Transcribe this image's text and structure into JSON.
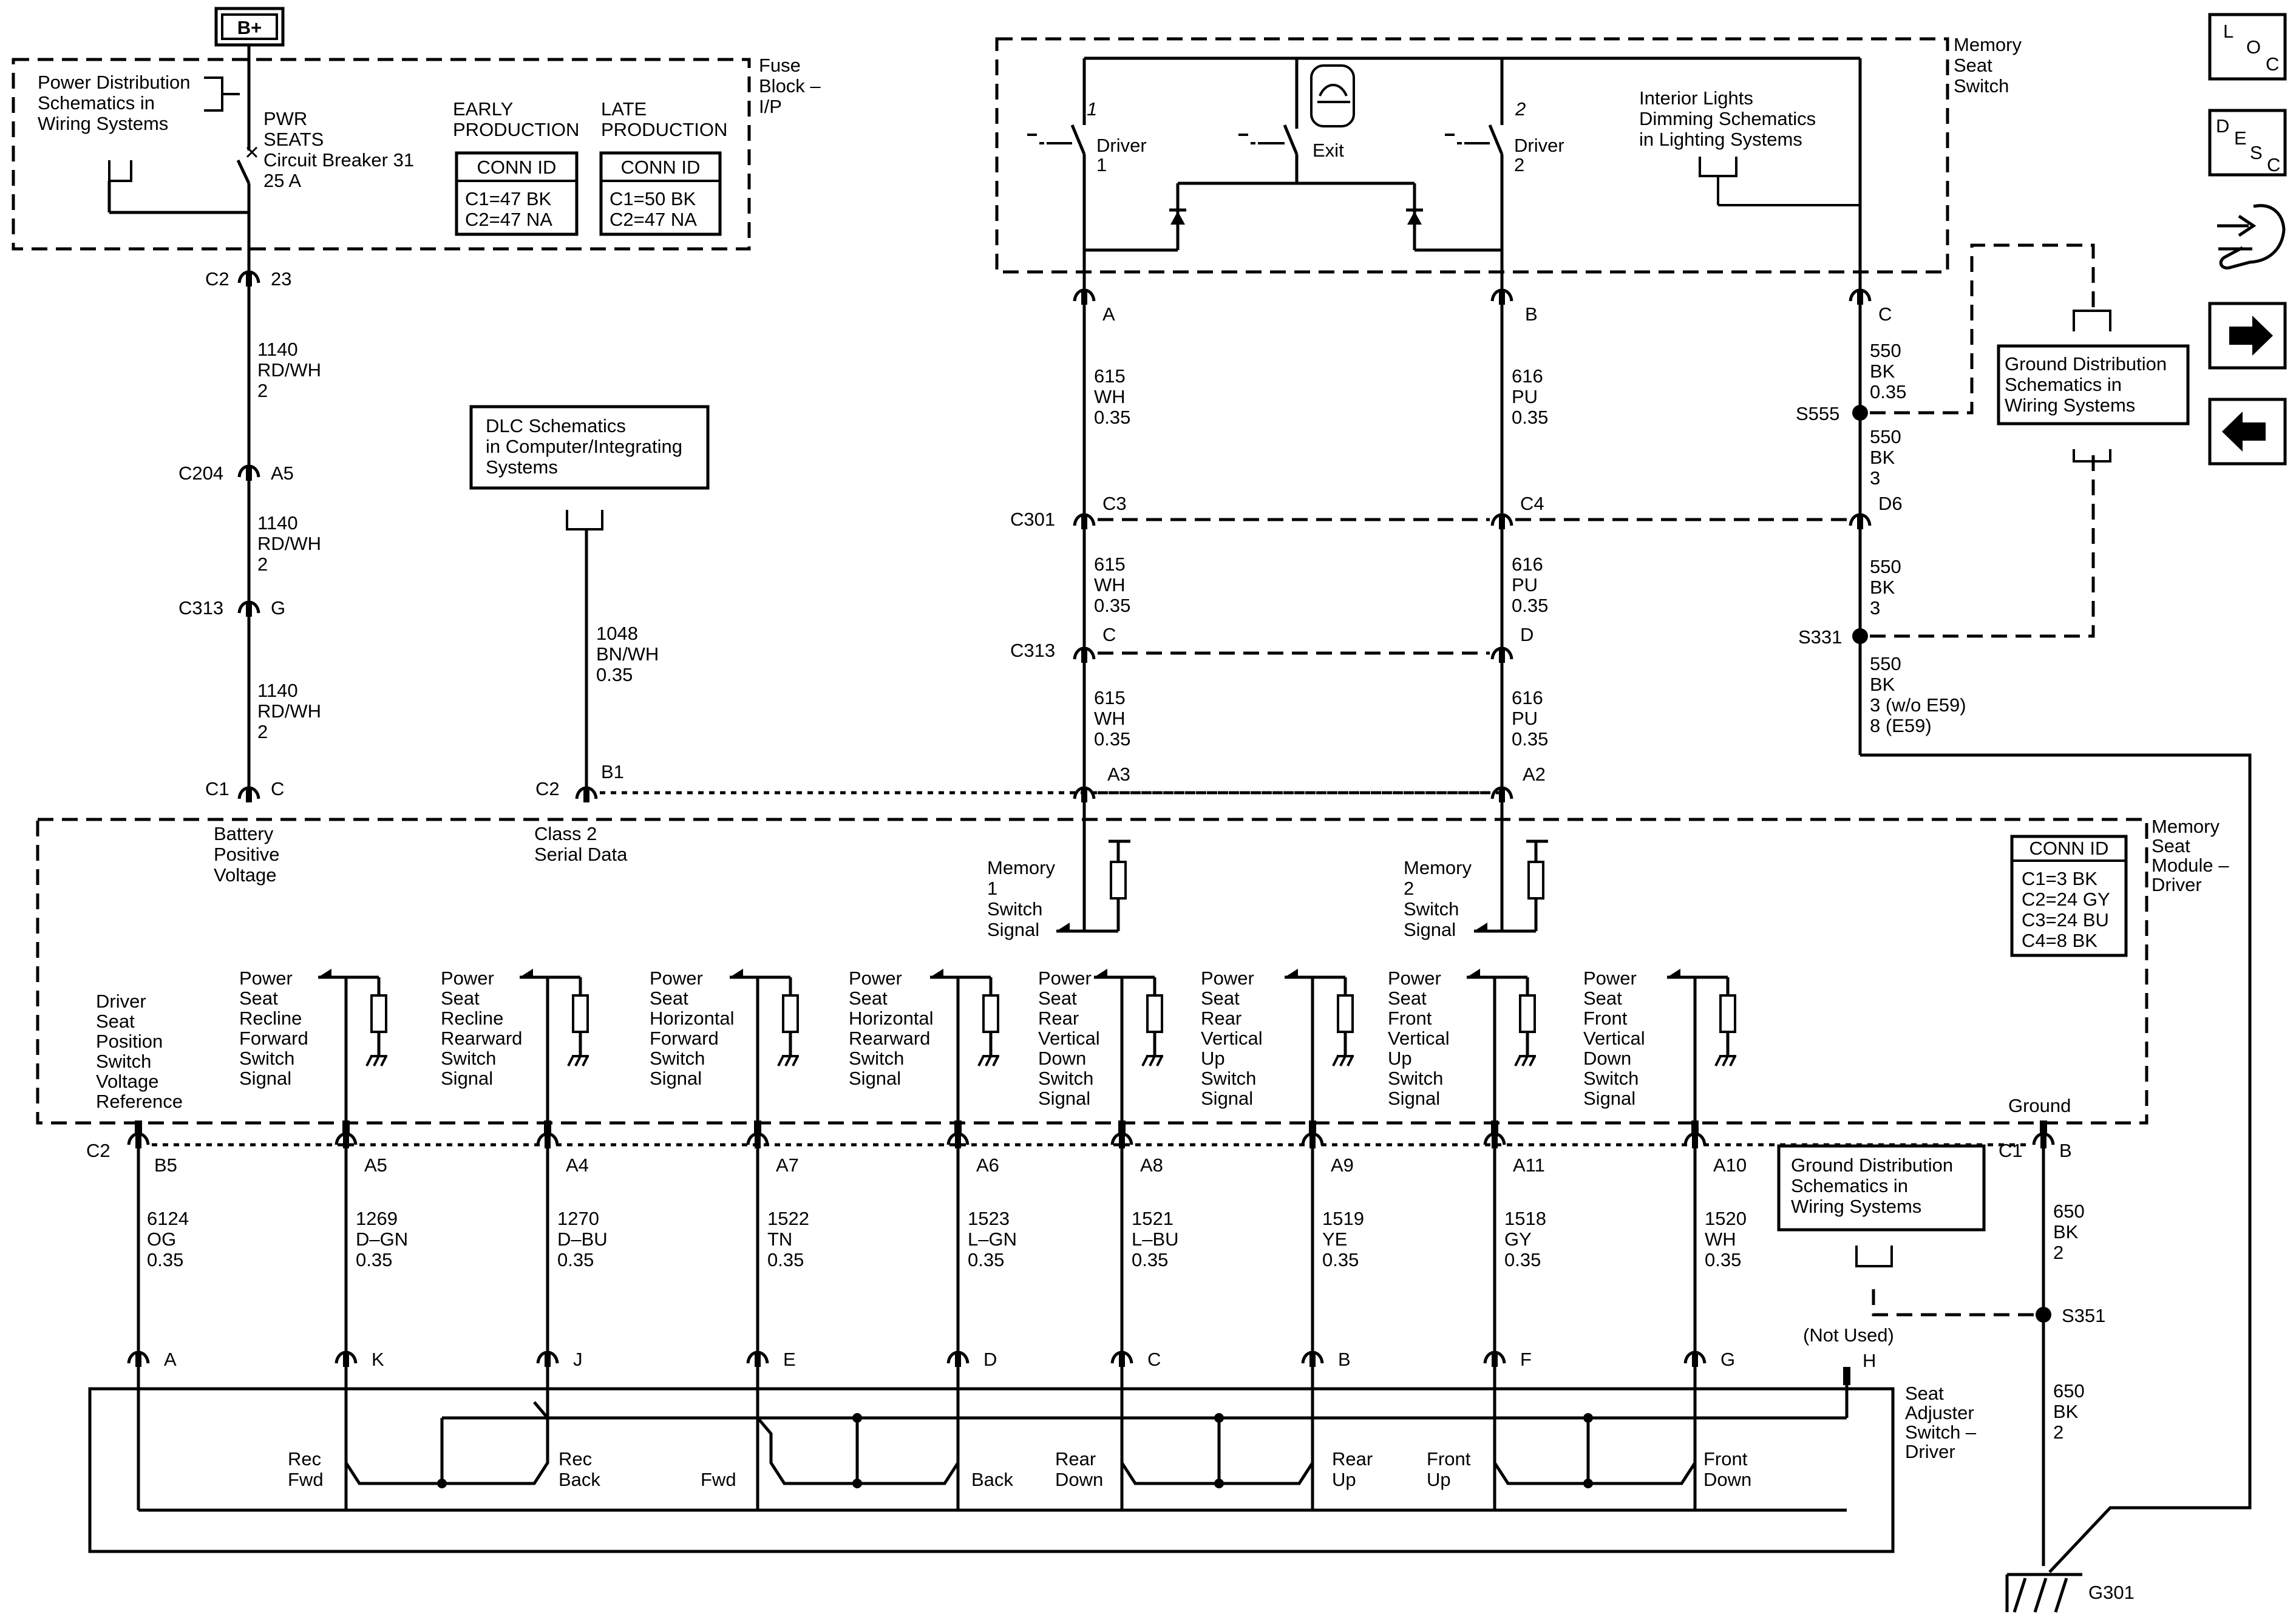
{
  "battery": {
    "label": "B+"
  },
  "fuse_block": {
    "title": [
      "Fuse",
      "Block –",
      "I/P"
    ],
    "power_dist_ref": [
      "Power Distribution",
      "Schematics in",
      "Wiring Systems"
    ],
    "breaker": [
      "PWR",
      "SEATS",
      "Circuit Breaker 31",
      "25 A"
    ],
    "early": {
      "title": [
        "EARLY",
        "PRODUCTION"
      ],
      "conn_header": "CONN ID",
      "conn_rows": [
        "C1=47 BK",
        "C2=47 NA"
      ]
    },
    "late": {
      "title": [
        "LATE",
        "PRODUCTION"
      ],
      "conn_header": "CONN ID",
      "conn_rows": [
        "C1=50 BK",
        "C2=47 NA"
      ]
    }
  },
  "memory_seat_switch": {
    "title": [
      "Memory",
      "Seat",
      "Switch"
    ],
    "driver1": {
      "number": "1",
      "label": [
        "Driver",
        "1"
      ]
    },
    "driver2": {
      "number": "2",
      "label": [
        "Driver",
        "2"
      ]
    },
    "exit_label": "Exit",
    "interior_ref": [
      "Interior Lights",
      "Dimming Schematics",
      "in Lighting Systems"
    ],
    "pins": [
      "A",
      "B",
      "C"
    ]
  },
  "dlc_ref": [
    "DLC Schematics",
    "in Computer/Integrating",
    "Systems"
  ],
  "ground_ref_upper": [
    "Ground Distribution",
    "Schematics in",
    "Wiring Systems"
  ],
  "ground_ref_lower": [
    "Ground Distribution",
    "Schematics in",
    "Wiring Systems"
  ],
  "nav_icons": {
    "loc": [
      "L",
      "O",
      "C"
    ],
    "desc": [
      "D",
      "E",
      "S",
      "C"
    ]
  },
  "connectors": {
    "c2_23": [
      "C2",
      "23"
    ],
    "c204": [
      "C204",
      "A5"
    ],
    "c313_g": [
      "C313",
      "G"
    ],
    "c1_c": [
      "C1",
      "C"
    ],
    "c2_b1": [
      "C2",
      "B1"
    ],
    "c301": [
      "C301",
      "C3",
      "C4",
      "D6"
    ],
    "c313": [
      "C313",
      "C",
      "D"
    ],
    "a3": "A3",
    "a2": "A2",
    "s555": "S555",
    "s331": "S331",
    "s351": "S351",
    "g301": "G301",
    "c2_b5": [
      "C2",
      "B5"
    ],
    "ground_c1": [
      "C1",
      "B"
    ]
  },
  "wires": {
    "w1140a": [
      "1140",
      "RD/WH",
      "2"
    ],
    "w1140b": [
      "1140",
      "RD/WH",
      "2"
    ],
    "w1140c": [
      "1140",
      "RD/WH",
      "2"
    ],
    "w1048": [
      "1048",
      "BN/WH",
      "0.35"
    ],
    "w615a": [
      "615",
      "WH",
      "0.35"
    ],
    "w615b": [
      "615",
      "WH",
      "0.35"
    ],
    "w615c": [
      "615",
      "WH",
      "0.35"
    ],
    "w616a": [
      "616",
      "PU",
      "0.35"
    ],
    "w616b": [
      "616",
      "PU",
      "0.35"
    ],
    "w616c": [
      "616",
      "PU",
      "0.35"
    ],
    "w550a": [
      "550",
      "BK",
      "0.35"
    ],
    "w550b": [
      "550",
      "BK",
      "3"
    ],
    "w550c": [
      "550",
      "BK",
      "3"
    ],
    "w550d": [
      "550",
      "BK",
      "3 (w/o E59)",
      "8 (E59)"
    ],
    "w650a": [
      "650",
      "BK",
      "2"
    ],
    "w650b": [
      "650",
      "BK",
      "2"
    ]
  },
  "module": {
    "title": [
      "Memory",
      "Seat",
      "Module –",
      "Driver"
    ],
    "conn_header": "CONN ID",
    "conn_rows": [
      "C1=3 BK",
      "C2=24 GY",
      "C3=24 BU",
      "C4=8 BK"
    ],
    "battery_voltage": [
      "Battery",
      "Positive",
      "Voltage"
    ],
    "serial_data": [
      "Class 2",
      "Serial Data"
    ],
    "mem1": [
      "Memory",
      "1",
      "Switch",
      "Signal"
    ],
    "mem2": [
      "Memory",
      "2",
      "Switch",
      "Signal"
    ],
    "ground_label": "Ground",
    "ref_label": [
      "Driver",
      "Seat",
      "Position",
      "Switch",
      "Voltage",
      "Reference"
    ]
  },
  "signals": [
    {
      "label": [
        "Power",
        "Seat",
        "Recline",
        "Forward",
        "Switch",
        "Signal"
      ],
      "pin": "A5",
      "wire": [
        "1269",
        "D–GN",
        "0.35"
      ],
      "sw_pin": "K"
    },
    {
      "label": [
        "Power",
        "Seat",
        "Recline",
        "Rearward",
        "Switch",
        "Signal"
      ],
      "pin": "A4",
      "wire": [
        "1270",
        "D–BU",
        "0.35"
      ],
      "sw_pin": "J"
    },
    {
      "label": [
        "Power",
        "Seat",
        "Horizontal",
        "Forward",
        "Switch",
        "Signal"
      ],
      "pin": "A7",
      "wire": [
        "1522",
        "TN",
        "0.35"
      ],
      "sw_pin": "E"
    },
    {
      "label": [
        "Power",
        "Seat",
        "Horizontal",
        "Rearward",
        "Switch",
        "Signal"
      ],
      "pin": "A6",
      "wire": [
        "1523",
        "L–GN",
        "0.35"
      ],
      "sw_pin": "D"
    },
    {
      "label": [
        "Power",
        "Seat",
        "Rear",
        "Vertical",
        "Down",
        "Switch",
        "Signal"
      ],
      "pin": "A8",
      "wire": [
        "1521",
        "L–BU",
        "0.35"
      ],
      "sw_pin": "C"
    },
    {
      "label": [
        "Power",
        "Seat",
        "Rear",
        "Vertical",
        "Up",
        "Switch",
        "Signal"
      ],
      "pin": "A9",
      "wire": [
        "1519",
        "YE",
        "0.35"
      ],
      "sw_pin": "B"
    },
    {
      "label": [
        "Power",
        "Seat",
        "Front",
        "Vertical",
        "Up",
        "Switch",
        "Signal"
      ],
      "pin": "A11",
      "wire": [
        "1518",
        "GY",
        "0.35"
      ],
      "sw_pin": "F"
    },
    {
      "label": [
        "Power",
        "Seat",
        "Front",
        "Vertical",
        "Down",
        "Switch",
        "Signal"
      ],
      "pin": "A10",
      "wire": [
        "1520",
        "WH",
        "0.35"
      ],
      "sw_pin": "G"
    }
  ],
  "ref_wire": {
    "pin_top": "B5",
    "wire": [
      "6124",
      "OG",
      "0.35"
    ],
    "sw_pin": "A"
  },
  "seat_switch": {
    "title": [
      "Seat",
      "Adjuster",
      "Switch –",
      "Driver"
    ],
    "not_used": "(Not Used)",
    "pin_h": "H",
    "labels": {
      "rec_fwd": [
        "Rec",
        "Fwd"
      ],
      "rec_back": [
        "Rec",
        "Back"
      ],
      "fwd": "Fwd",
      "back": "Back",
      "rear_down": [
        "Rear",
        "Down"
      ],
      "rear_up": [
        "Rear",
        "Up"
      ],
      "front_up": [
        "Front",
        "Up"
      ],
      "front_down": [
        "Front",
        "Down"
      ]
    }
  }
}
